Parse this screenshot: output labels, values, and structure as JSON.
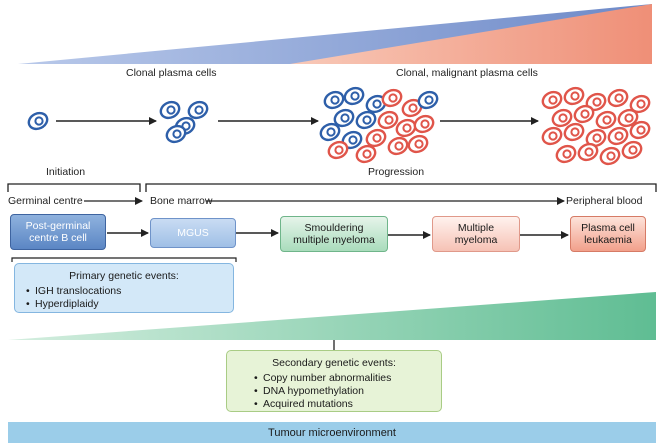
{
  "labels": {
    "clonal_plasma_cells": "Clonal plasma cells",
    "clonal_malignant_plasma_cells": "Clonal, malignant  plasma cells",
    "initiation": "Initiation",
    "progression": "Progression",
    "germinal_centre": "Germinal centre",
    "bone_marrow": "Bone marrow",
    "peripheral_blood": "Peripheral blood"
  },
  "stages": [
    {
      "id": "post-germinal-centre-b-cell",
      "label": "Post-germinal\ncentre B cell"
    },
    {
      "id": "mgus",
      "label": "MGUS"
    },
    {
      "id": "smouldering-multiple-myeloma",
      "label": "Smouldering\nmultiple myeloma"
    },
    {
      "id": "multiple-myeloma",
      "label": "Multiple\nmyeloma"
    },
    {
      "id": "plasma-cell-leukaemia",
      "label": "Plasma cell\nleukaemia"
    }
  ],
  "primary_events": {
    "title": "Primary genetic events:",
    "items": [
      "IGH  translocations",
      "Hyperdiplaidy"
    ]
  },
  "secondary_events": {
    "title": "Secondary genetic events:",
    "items": [
      "Copy number abnormalities",
      "DNA hypomethylation",
      "Acquired mutations"
    ]
  },
  "footer": "Tumour microenvironment",
  "colors": {
    "blue_cell": "#2e5fa9",
    "red_cell": "#e0554a",
    "blue_wedge": "#7d9ad4",
    "salmon_wedge": "#f2a08b",
    "green_wedge": "#6cc29a",
    "footer": "#9bcde9"
  }
}
